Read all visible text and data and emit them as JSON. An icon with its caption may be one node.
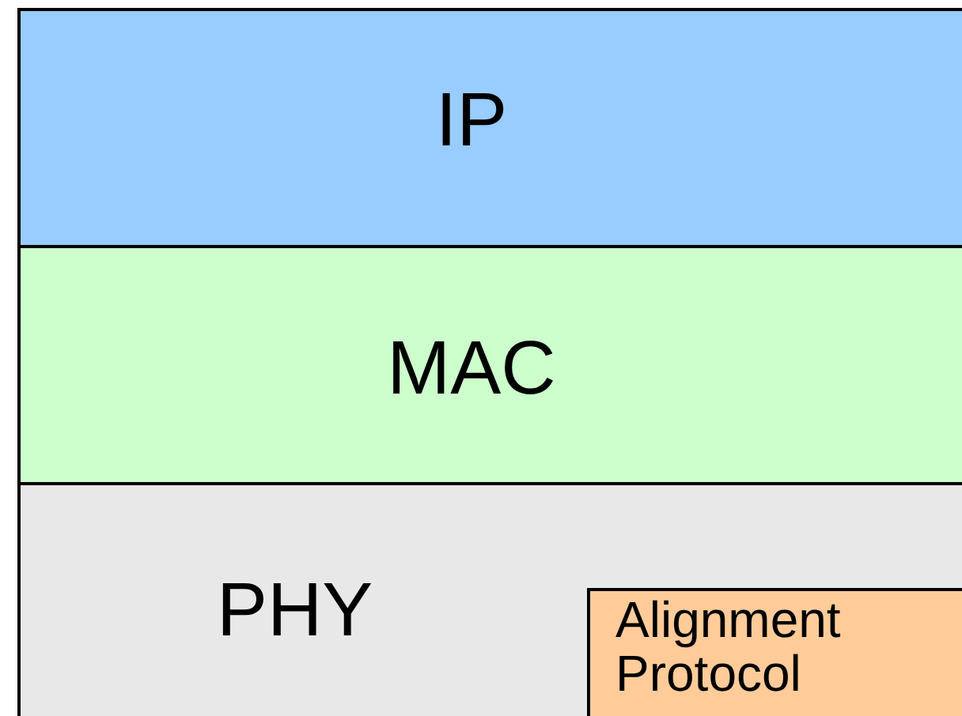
{
  "diagram": {
    "nodes": [
      {
        "text": [
          "IP"
        ]
      },
      {
        "text": [
          "MAC"
        ]
      },
      {
        "text": [
          "PHY"
        ]
      },
      {
        "text": [
          "Alignment Protocol"
        ],
        "in": 2
      }
    ]
  }
}
